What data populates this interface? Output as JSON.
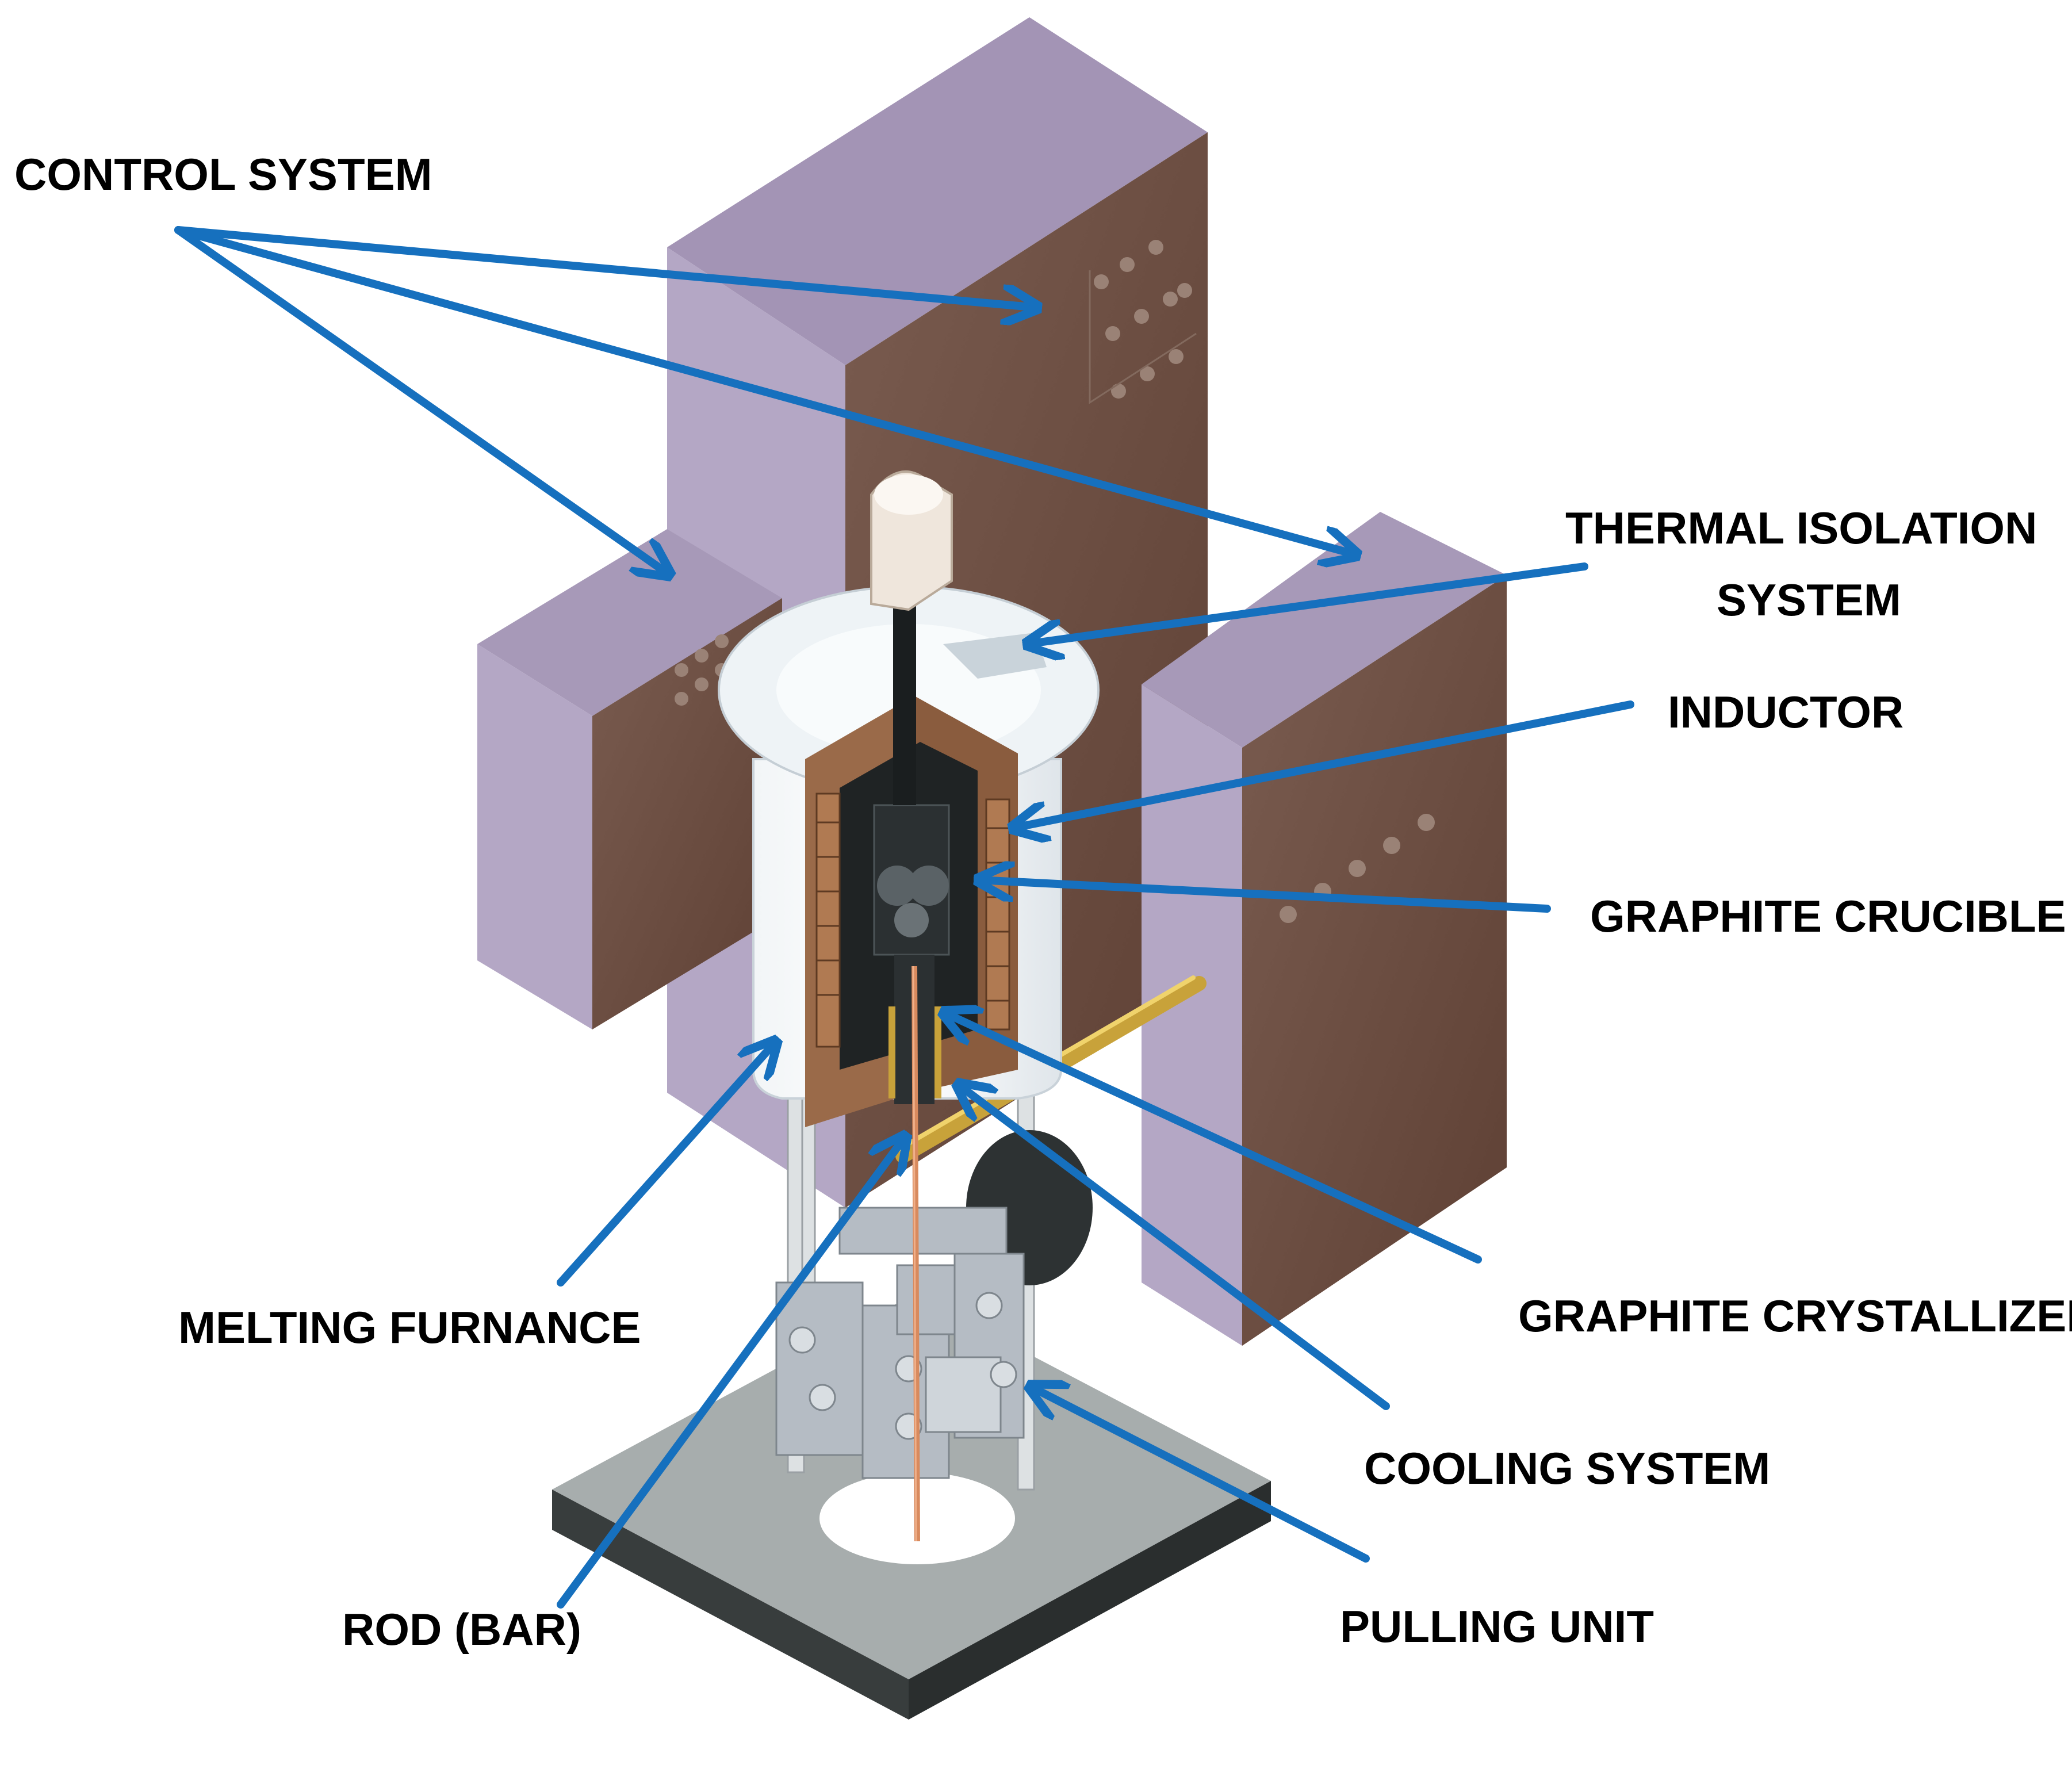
{
  "labels": {
    "control_system": "CONTROL SYSTEM",
    "thermal_isolation_line1": "THERMAL ISOLATION",
    "thermal_isolation_line2": "SYSTEM",
    "inductor": "INDUCTOR",
    "graphite_crucible": "GRAPHITE CRUCIBLE",
    "graphite_crystallizer": "GRAPHITE CRYSTALLIZER",
    "melting_furnance": "MELTING FURNANCE",
    "cooling_system": "COOLING SYSTEM",
    "rod_bar": "ROD (BAR)",
    "pulling_unit": "PULLING UNIT"
  },
  "colors": {
    "arrow": "#1670be",
    "cabinet_side": "#b4a7c5",
    "cabinet_top": "#a799b8",
    "cabinet_front": "#6e5246",
    "baseplate_top": "#a7adad",
    "baseplate_side": "#2e3333",
    "furnace_shell": "#ffffff",
    "furnace_cut": "#9a6a49",
    "inner_dark": "#1f2324",
    "rod": "#d88a5e",
    "brass_pipe": "#c8a23a",
    "pulling_unit": "#b5bcc4"
  }
}
